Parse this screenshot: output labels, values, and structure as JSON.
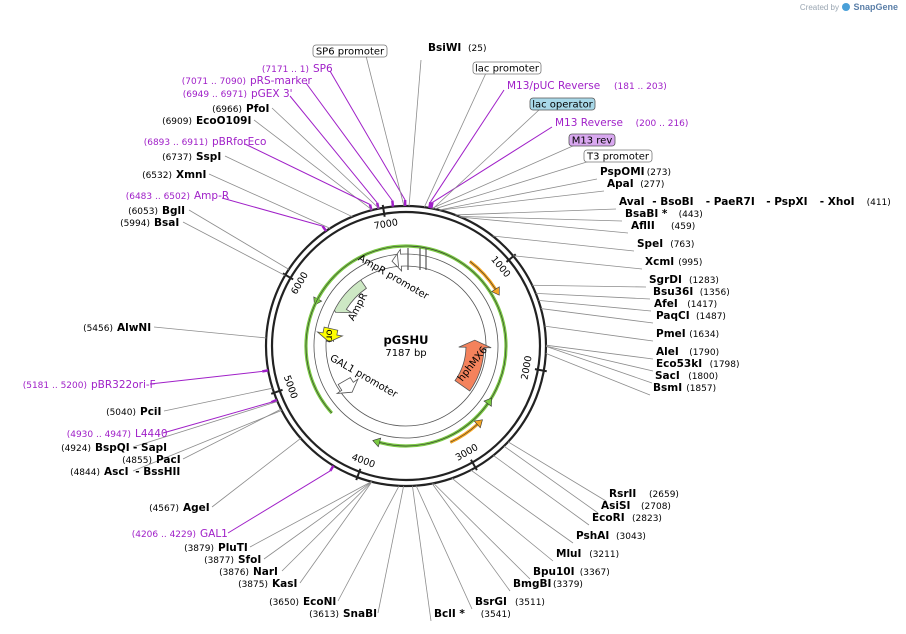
{
  "credit": {
    "created_by": "Created by",
    "brand": "SnapGene"
  },
  "plasmid": {
    "name": "pGSHU",
    "size": "7187 bp",
    "length": 7187
  },
  "ticks": [
    {
      "bp": 1000,
      "label": "1000"
    },
    {
      "bp": 2000,
      "label": "2000"
    },
    {
      "bp": 3000,
      "label": "3000"
    },
    {
      "bp": 4000,
      "label": "4000"
    },
    {
      "bp": 5000,
      "label": "5000"
    },
    {
      "bp": 6000,
      "label": "6000"
    },
    {
      "bp": 7000,
      "label": "7000"
    }
  ],
  "features": [
    {
      "name": "AmpR",
      "type": "cds",
      "start": 6500,
      "end": 5900,
      "direction": "ccw",
      "color": "#cde8c4",
      "stroke": "#555555"
    },
    {
      "name": "AmpR promoter",
      "type": "promoter",
      "start": 7080,
      "end": 7000,
      "direction": "ccw",
      "color": "#ffffff",
      "stroke": "#555555"
    },
    {
      "name": "ori",
      "type": "rep",
      "start": 5650,
      "end": 5450,
      "direction": "ccw",
      "color": "#ffff00",
      "stroke": "#555555"
    },
    {
      "name": "GAL1 promoter",
      "type": "promoter",
      "start": 4800,
      "end": 4580,
      "direction": "ccw",
      "color": "#ffffff",
      "stroke": "#555555"
    },
    {
      "name": "hphMX6",
      "type": "cds",
      "start": 2500,
      "end": 1700,
      "direction": "ccw",
      "color": "#f4825c",
      "stroke": "#555555"
    }
  ],
  "inner_arrows": [
    {
      "start": 6300,
      "end": 5950,
      "direction": "ccw",
      "color": "#7ac943"
    },
    {
      "start": 4550,
      "end": 3900,
      "direction": "cw",
      "color": "#7ac943"
    },
    {
      "start": 2950,
      "end": 2500,
      "direction": "ccw",
      "color": "#7ac943"
    },
    {
      "start": 3100,
      "end": 2750,
      "direction": "ccw",
      "color": "#f5a623"
    },
    {
      "start": 740,
      "end": 1150,
      "direction": "cw",
      "color": "#f5a623"
    }
  ],
  "enzymes": [
    {
      "name": "BsiWI",
      "pos": "(25)",
      "bp": 25
    },
    {
      "name": "PspOMI",
      "pos": "(273)",
      "bp": 273
    },
    {
      "name": "ApaI",
      "pos": "(277)",
      "bp": 277
    },
    {
      "name": "AvaI",
      "extra": [
        "BsoBI",
        "PaeR7I",
        "PspXI",
        "XhoI"
      ],
      "pos": "(411)",
      "bp": 411
    },
    {
      "name": "BsaBI *",
      "pos": "(443)",
      "bp": 443
    },
    {
      "name": "AflII",
      "pos": "(459)",
      "bp": 459
    },
    {
      "name": "SpeI",
      "pos": "(763)",
      "bp": 763
    },
    {
      "name": "XcmI",
      "pos": "(995)",
      "bp": 995
    },
    {
      "name": "SgrDI",
      "pos": "(1283)",
      "bp": 1283
    },
    {
      "name": "Bsu36I",
      "pos": "(1356)",
      "bp": 1356
    },
    {
      "name": "AfeI",
      "pos": "(1417)",
      "bp": 1417
    },
    {
      "name": "PaqCI",
      "pos": "(1487)",
      "bp": 1487
    },
    {
      "name": "PmeI",
      "pos": "(1634)",
      "bp": 1634
    },
    {
      "name": "AleI",
      "pos": "(1790)",
      "bp": 1790
    },
    {
      "name": "Eco53kI",
      "pos": "(1798)",
      "bp": 1798
    },
    {
      "name": "SacI",
      "pos": "(1800)",
      "bp": 1800
    },
    {
      "name": "BsmI",
      "pos": "(1857)",
      "bp": 1857
    },
    {
      "name": "RsrII",
      "pos": "(2659)",
      "bp": 2659
    },
    {
      "name": "AsiSI",
      "pos": "(2708)",
      "bp": 2708
    },
    {
      "name": "EcoRI",
      "pos": "(2823)",
      "bp": 2823
    },
    {
      "name": "PshAI",
      "pos": "(3043)",
      "bp": 3043
    },
    {
      "name": "MluI",
      "pos": "(3211)",
      "bp": 3211
    },
    {
      "name": "Bpu10I",
      "pos": "(3367)",
      "bp": 3367
    },
    {
      "name": "BmgBI",
      "pos": "(3379)",
      "bp": 3379
    },
    {
      "name": "BsrGI",
      "pos": "(3511)",
      "bp": 3511
    },
    {
      "name": "BclI *",
      "pos": "(3541)",
      "bp": 3541
    },
    {
      "name": "SnaBI",
      "pos": "(3613)",
      "bp": 3613
    },
    {
      "name": "EcoNI",
      "pos": "(3650)",
      "bp": 3650
    },
    {
      "name": "KasI",
      "pos": "(3875)",
      "bp": 3875
    },
    {
      "name": "NarI",
      "pos": "(3876)",
      "bp": 3876
    },
    {
      "name": "SfoI",
      "pos": "(3877)",
      "bp": 3877
    },
    {
      "name": "PluTI",
      "pos": "(3879)",
      "bp": 3879
    },
    {
      "name": "AgeI",
      "pos": "(4567)",
      "bp": 4567
    },
    {
      "name": "AscI",
      "extra": [
        "BssHII"
      ],
      "pos": "(4844)",
      "bp": 4844
    },
    {
      "name": "PacI",
      "pos": "(4855)",
      "bp": 4855
    },
    {
      "name": "BspQI",
      "extra": [
        "SapI"
      ],
      "pos": "(4924)",
      "bp": 4924
    },
    {
      "name": "PciI",
      "pos": "(5040)",
      "bp": 5040
    },
    {
      "name": "AlwNI",
      "pos": "(5456)",
      "bp": 5456
    },
    {
      "name": "BsaI",
      "pos": "(5994)",
      "bp": 5994
    },
    {
      "name": "BglI",
      "pos": "(6053)",
      "bp": 6053
    },
    {
      "name": "XmnI",
      "pos": "(6532)",
      "bp": 6532
    },
    {
      "name": "SspI",
      "pos": "(6737)",
      "bp": 6737
    },
    {
      "name": "EcoO109I",
      "pos": "(6909)",
      "bp": 6909
    },
    {
      "name": "PfoI",
      "pos": "(6966)",
      "bp": 6966
    }
  ],
  "primers": [
    {
      "name": "M13/pUC Reverse",
      "pos": "(181 .. 203)",
      "bp": 192
    },
    {
      "name": "M13 Reverse",
      "pos": "(200 .. 216)",
      "bp": 208
    },
    {
      "name": "Amp-R",
      "pos": "(6483 .. 6502)",
      "bp": 6492
    },
    {
      "name": "pBRforEco",
      "pos": "(6893 .. 6911)",
      "bp": 6902
    },
    {
      "name": "pGEX 3'",
      "pos": "(6949 .. 6971)",
      "bp": 6960
    },
    {
      "name": "pRS-marker",
      "pos": "(7071 .. 7090)",
      "bp": 7080
    },
    {
      "name": "SP6",
      "pos": "(7171 .. 1)",
      "bp": 7180
    },
    {
      "name": "pBR322ori-F",
      "pos": "(5181 .. 5200)",
      "bp": 5190
    },
    {
      "name": "L4440",
      "pos": "(4930 .. 4947)",
      "bp": 4938
    },
    {
      "name": "GAL1",
      "pos": "(4206 .. 4229)",
      "bp": 4217
    }
  ],
  "boxed_features": [
    {
      "name": "SP6 promoter",
      "bp": 7170,
      "fill": "#ffffff",
      "stroke": "#777777"
    },
    {
      "name": "lac promoter",
      "bp": 150,
      "fill": "#ffffff",
      "stroke": "#777777"
    },
    {
      "name": "lac operator",
      "bp": 222,
      "fill": "#a8d8e8",
      "stroke": "#555555"
    },
    {
      "name": "M13 rev",
      "bp": 212,
      "fill": "#d9a8f0",
      "stroke": "#555555"
    },
    {
      "name": "T3 promoter",
      "bp": 235,
      "fill": "#ffffff",
      "stroke": "#777777"
    }
  ]
}
